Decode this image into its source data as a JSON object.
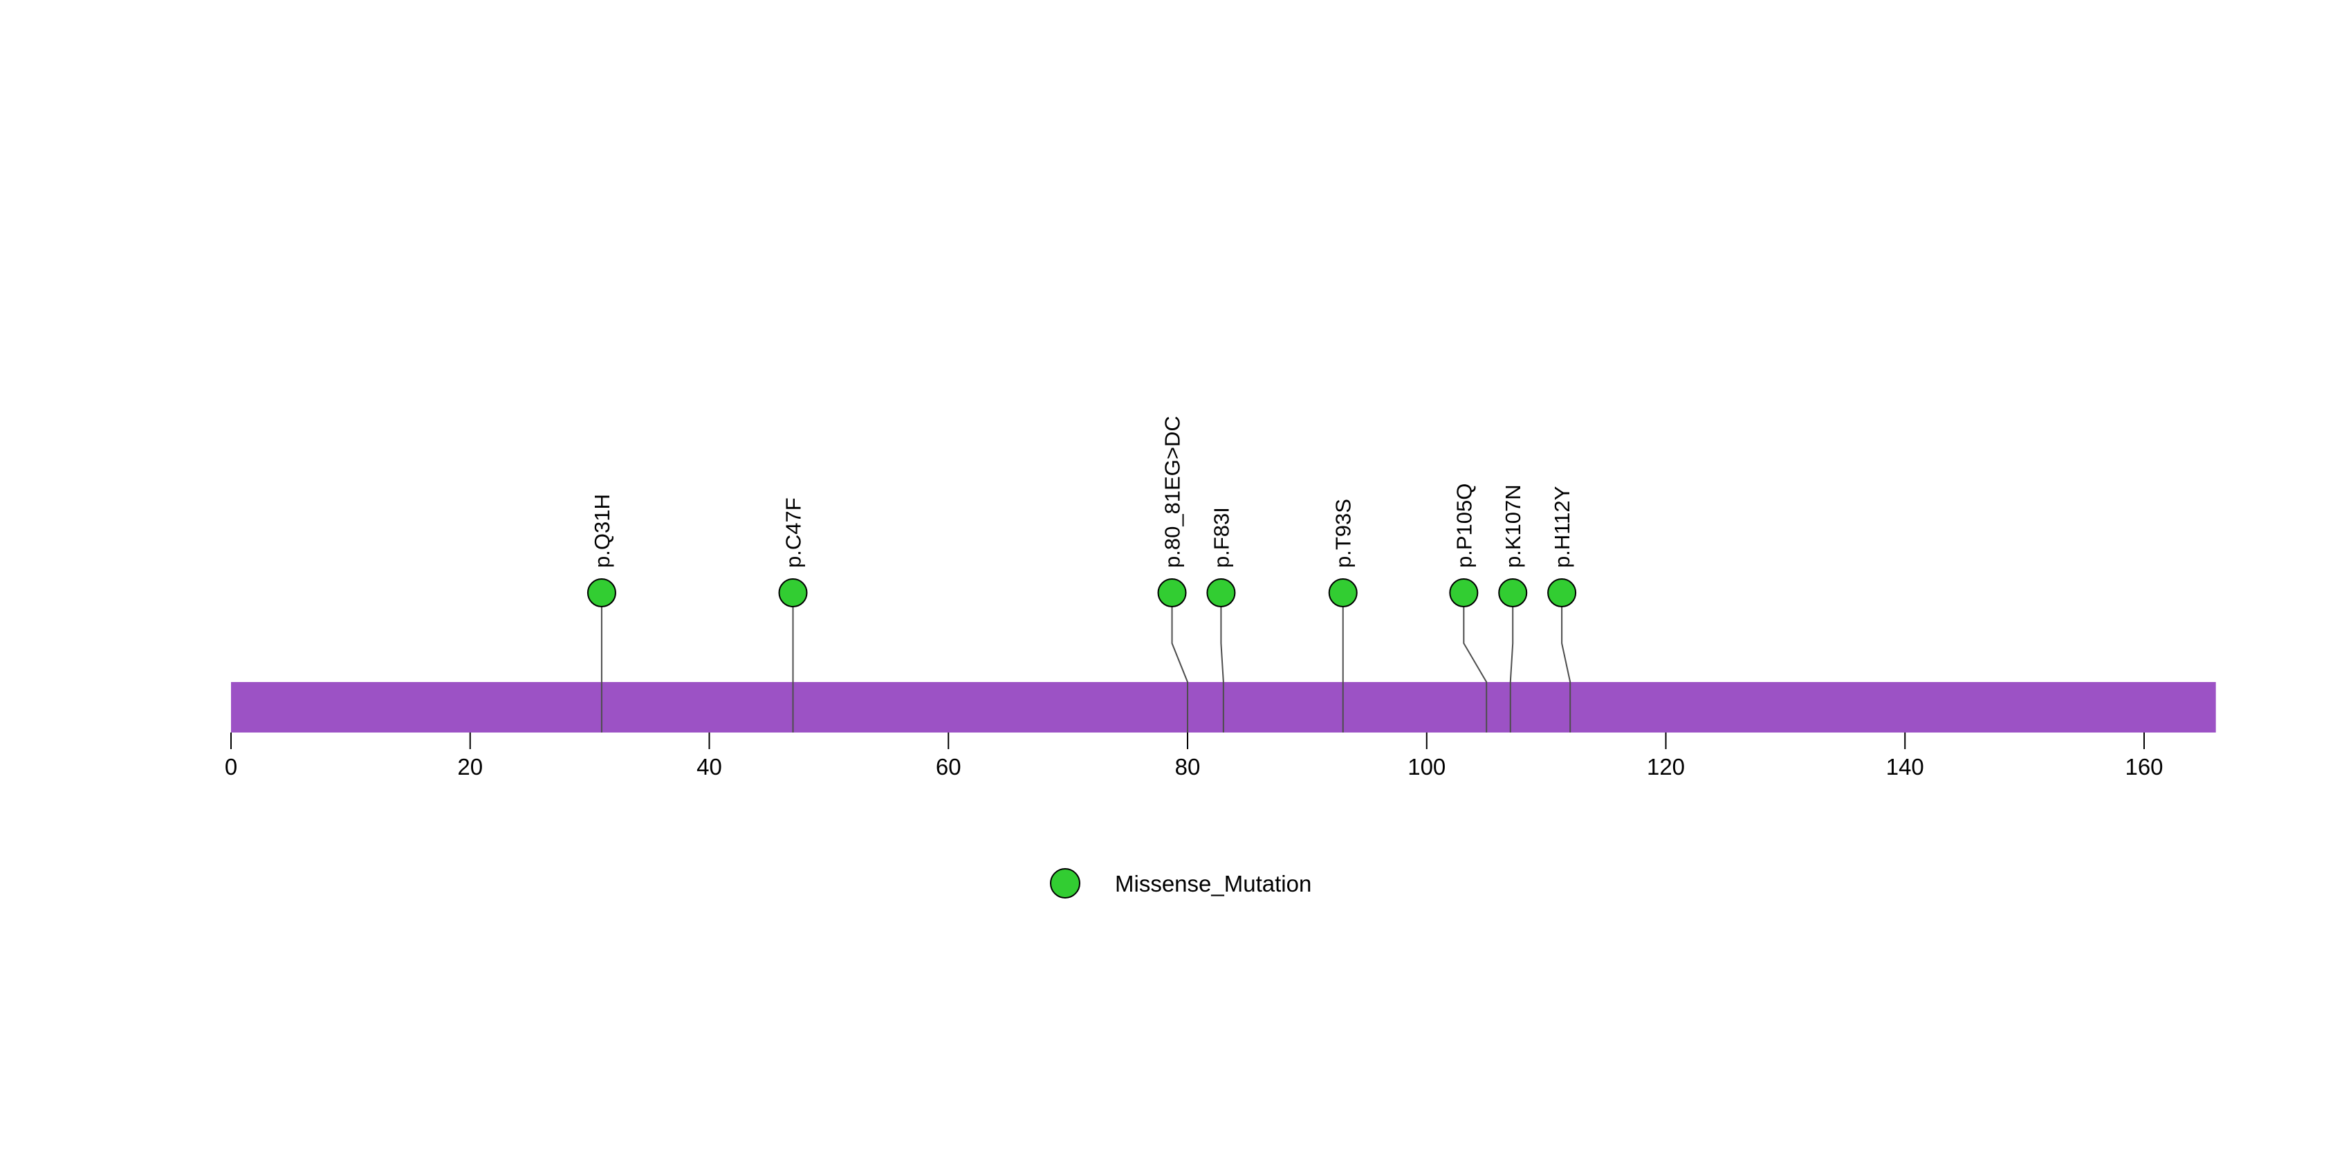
{
  "chart_data": {
    "type": "lollipop",
    "title": "",
    "xlabel": "",
    "ylabel": "",
    "xlim": [
      0,
      166
    ],
    "x_ticks": [
      "0",
      "20",
      "40",
      "60",
      "80",
      "100",
      "120",
      "140",
      "160"
    ],
    "grid": false,
    "legend_position": "bottom-center",
    "protein_bar": {
      "start": 0,
      "end": 166,
      "color": "#9C52C5"
    },
    "lollipop_color": "#32CD32",
    "stem_color": "#4D4D4D",
    "mutations": [
      {
        "label": "p.Q31H",
        "pos": 31,
        "label_pos": 31,
        "type": "Missense_Mutation"
      },
      {
        "label": "p.C47F",
        "pos": 47,
        "label_pos": 47,
        "type": "Missense_Mutation"
      },
      {
        "label": "p.80_81EG>DC",
        "pos": 80,
        "label_pos": 78.7,
        "type": "Missense_Mutation"
      },
      {
        "label": "p.F83I",
        "pos": 83,
        "label_pos": 82.8,
        "type": "Missense_Mutation"
      },
      {
        "label": "p.T93S",
        "pos": 93,
        "label_pos": 93,
        "type": "Missense_Mutation"
      },
      {
        "label": "p.P105Q",
        "pos": 105,
        "label_pos": 103.1,
        "type": "Missense_Mutation"
      },
      {
        "label": "p.K107N",
        "pos": 107,
        "label_pos": 107.2,
        "type": "Missense_Mutation"
      },
      {
        "label": "p.H112Y",
        "pos": 112,
        "label_pos": 111.3,
        "type": "Missense_Mutation"
      }
    ],
    "legend": [
      {
        "label": "Missense_Mutation",
        "color": "#32CD32"
      }
    ]
  }
}
